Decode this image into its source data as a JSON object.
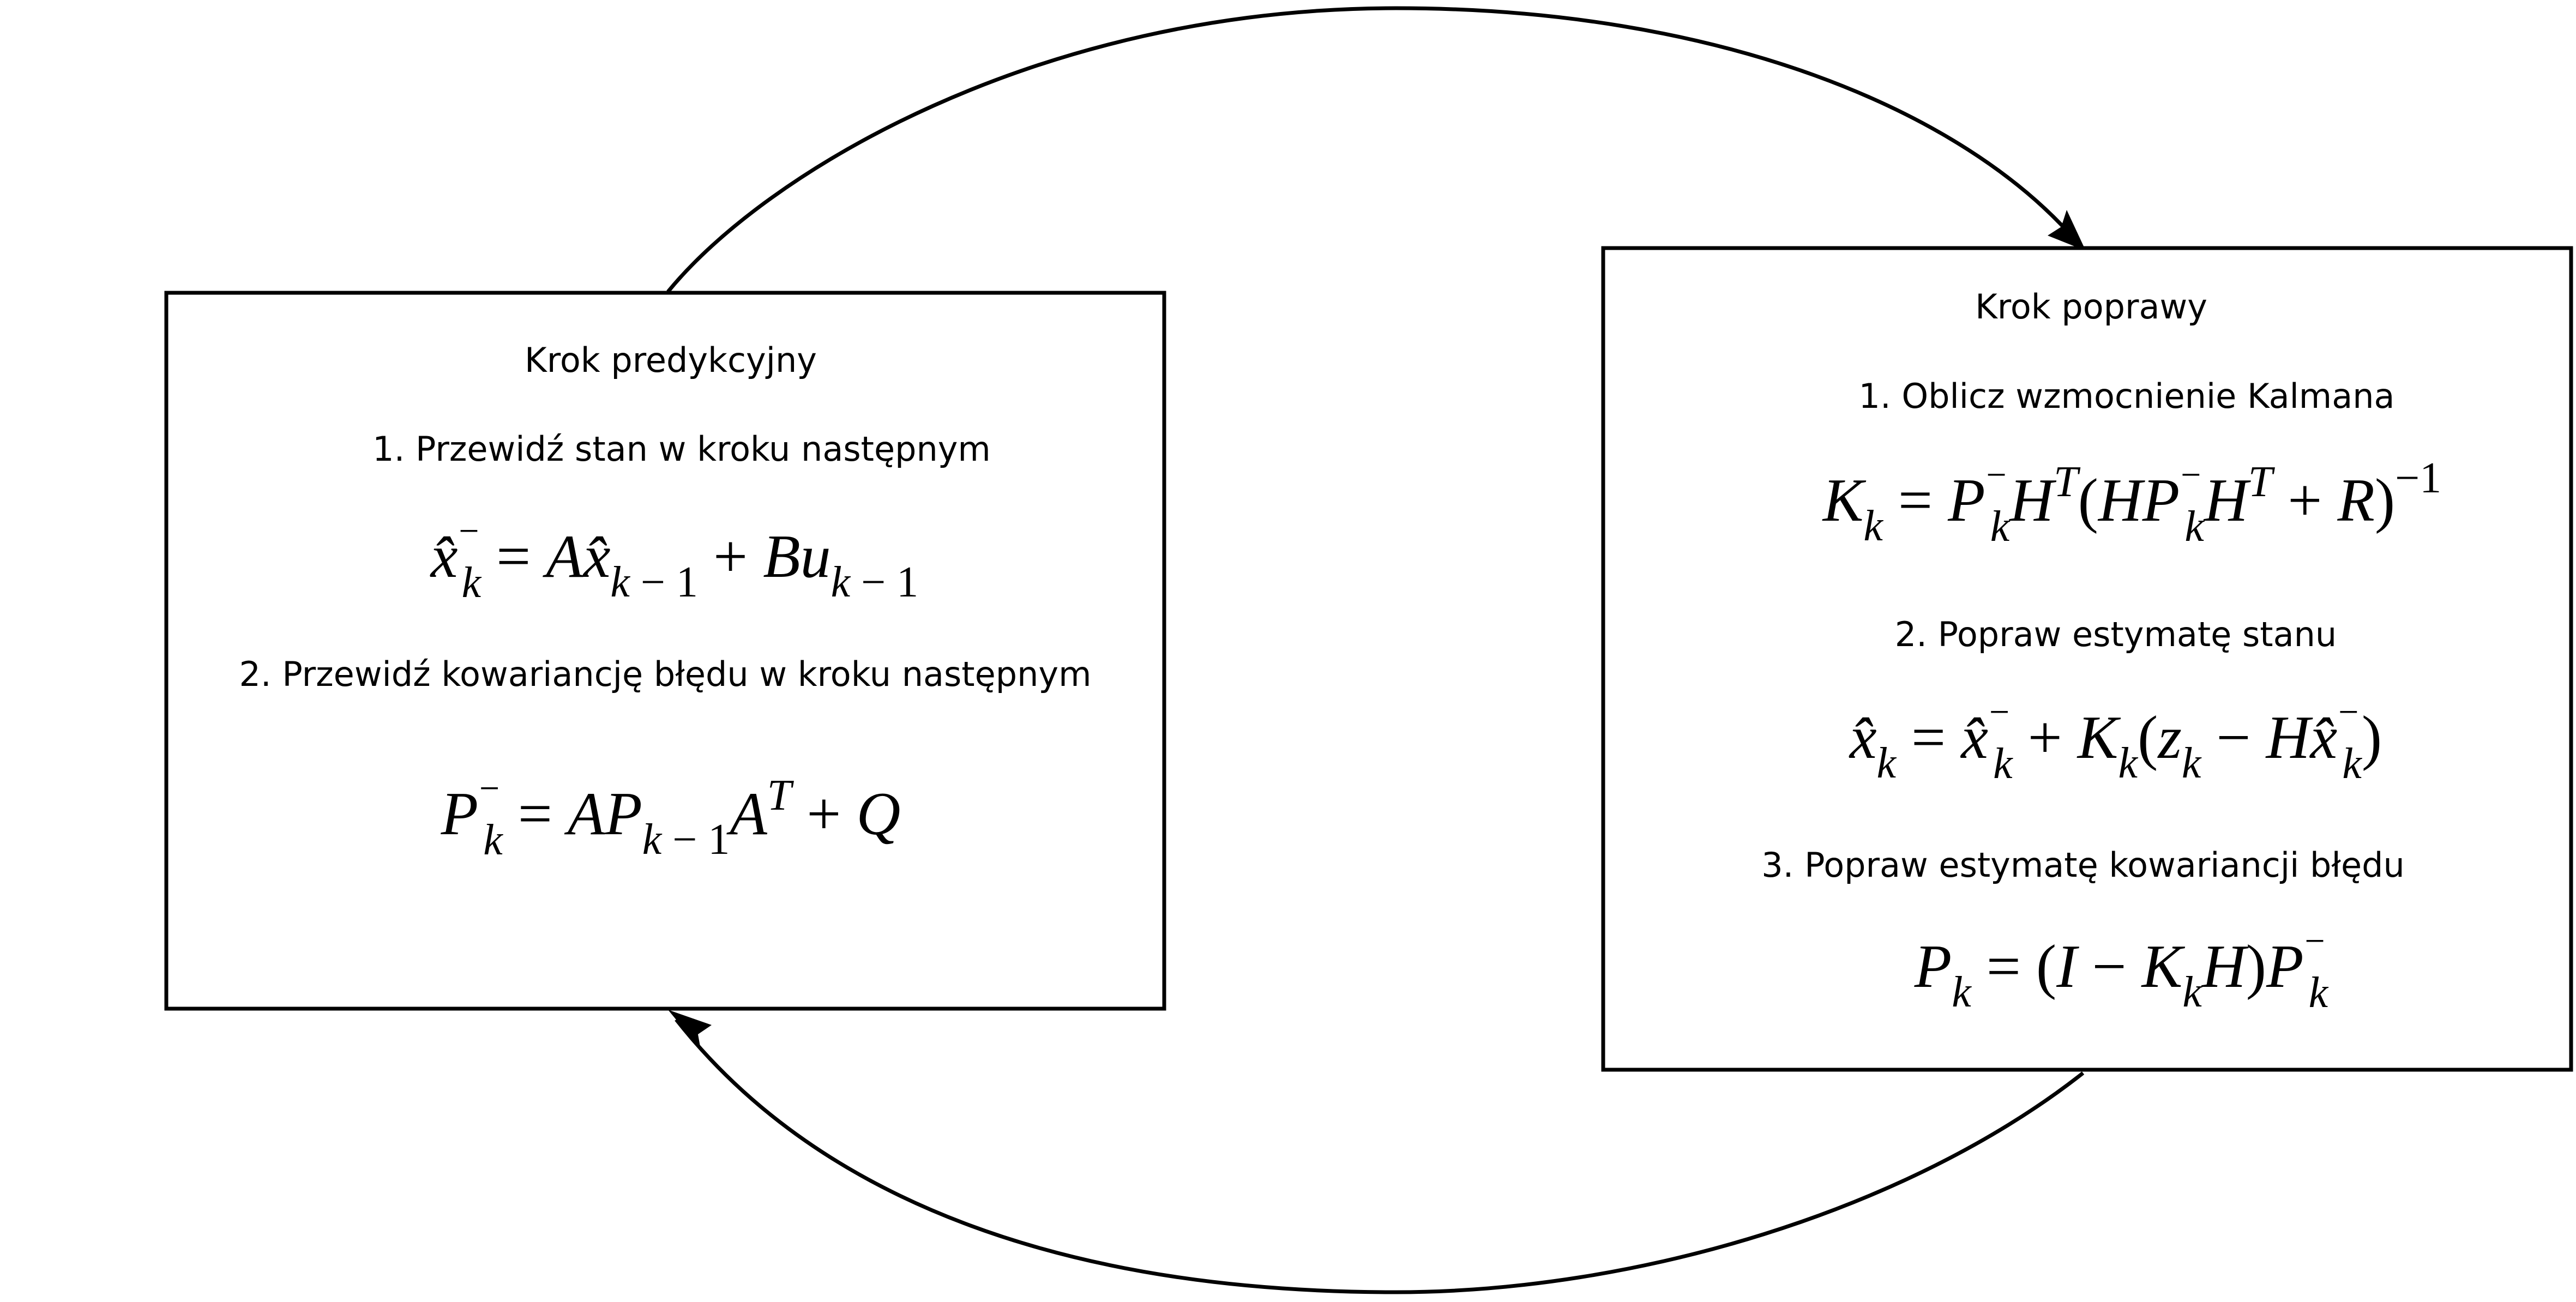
{
  "prediction_step": {
    "title": "Krok predykcyjny",
    "step1_label": "1. Przewidź stan w kroku następnym",
    "step1_formula": "x̂⁻ₖ = Ax̂ₖ₋₁ + Buₖ₋₁",
    "step2_label": "2. Przewidź kowariancję błędu w kroku następnym",
    "step2_formula": "P⁻ₖ = APₖ₋₁Aᵀ + Q"
  },
  "correction_step": {
    "title": "Krok poprawy",
    "step1_label": "1. Oblicz wzmocnienie Kalmana",
    "step1_formula": "Kₖ = P⁻ₖHᵀ(HP⁻ₖHᵀ + R)⁻¹",
    "step2_label": "2. Popraw estymatę stanu",
    "step2_formula": "x̂ₖ = x̂⁻ₖ + Kₖ(zₖ − Hx̂⁻ₖ)",
    "step3_label": "3.  Popraw estymatę kowariancji błędu",
    "step3_formula": "Pₖ = (I − KₖH)P⁻ₖ"
  },
  "colors": {
    "line": "#000000",
    "background": "#ffffff"
  }
}
